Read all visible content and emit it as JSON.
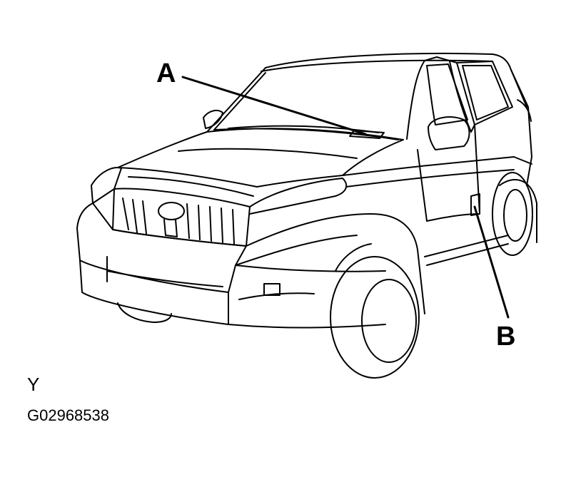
{
  "callouts": {
    "a": "A",
    "b": "B"
  },
  "caption": "Y",
  "figure_id": "G02968538",
  "colors": {
    "line": "#000000",
    "background": "#ffffff"
  },
  "subject_icon": "suv-line-drawing"
}
